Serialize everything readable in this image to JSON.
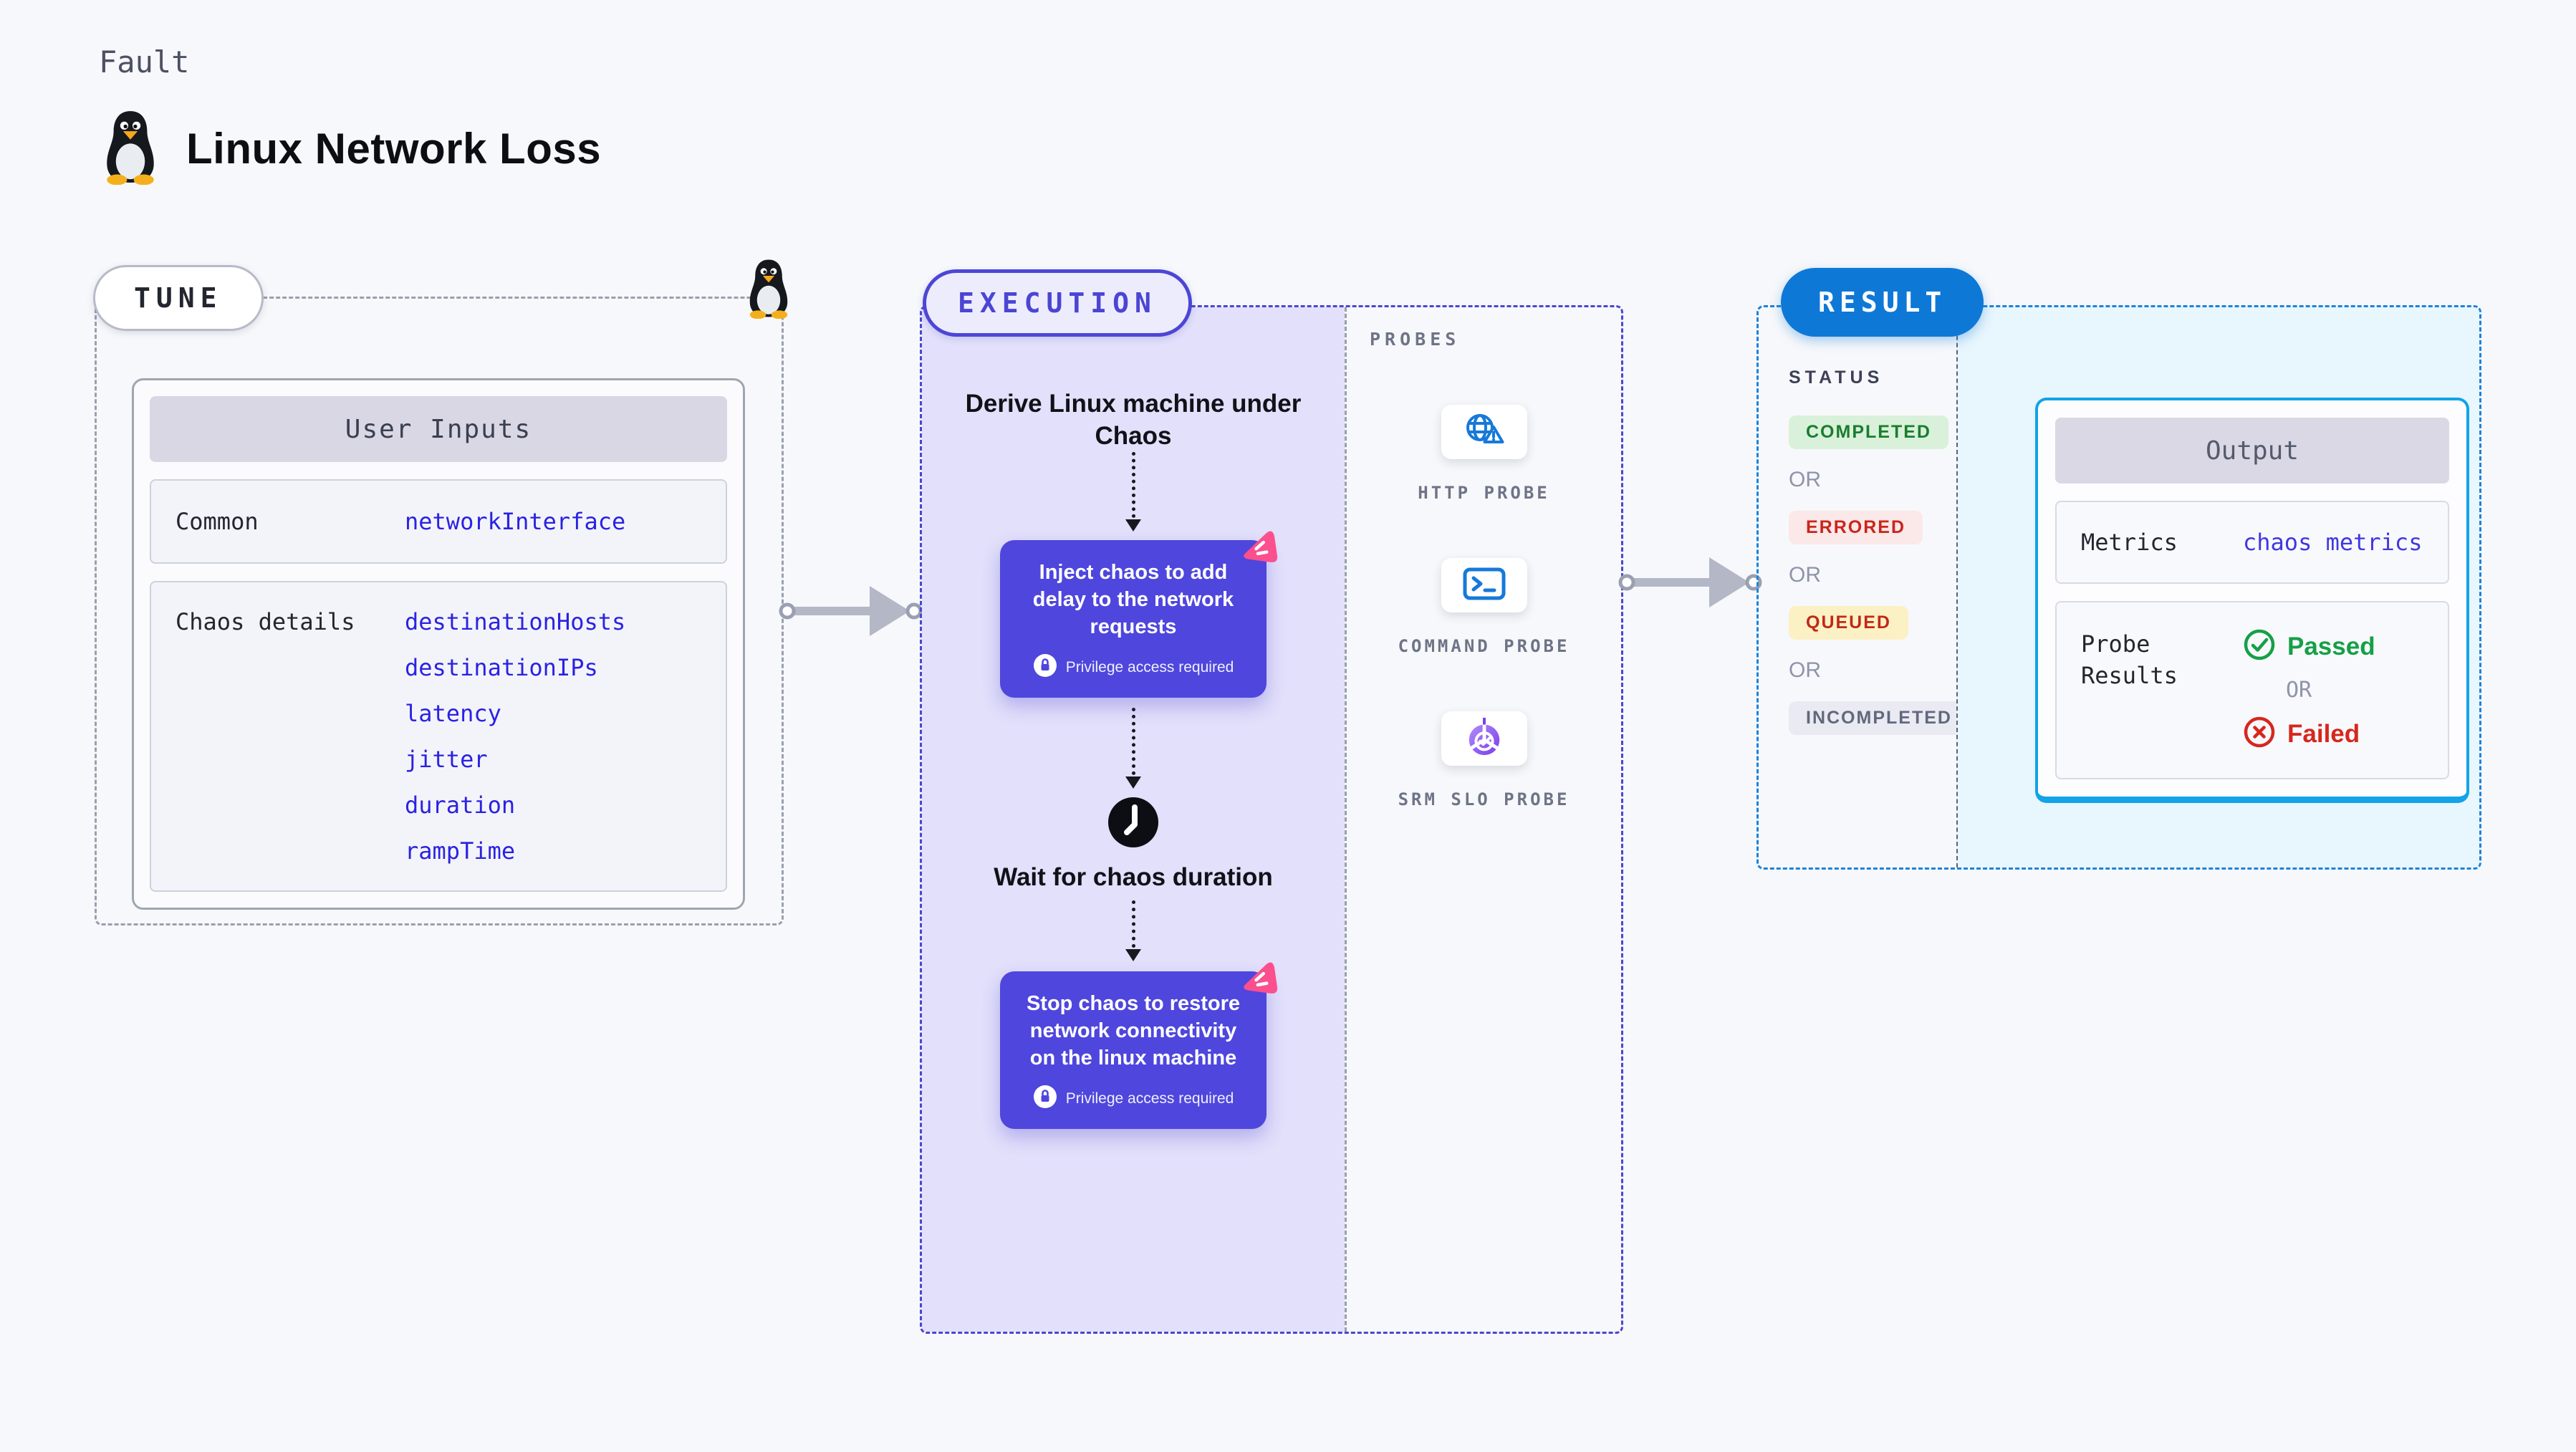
{
  "header": {
    "kicker": "Fault",
    "title": "Linux Network Loss",
    "title_icon": "linux-penguin-icon"
  },
  "tune": {
    "pill_label": "TUNE",
    "corner_icon": "linux-penguin-icon",
    "card_title": "User Inputs",
    "rows": [
      {
        "label": "Common",
        "params": [
          "networkInterface"
        ]
      },
      {
        "label": "Chaos details",
        "params": [
          "destinationHosts",
          "destinationIPs",
          "latency",
          "jitter",
          "duration",
          "rampTime"
        ]
      }
    ]
  },
  "execution": {
    "pill_label": "EXECUTION",
    "derive_text": "Derive Linux machine under Chaos",
    "inject_text": "Inject chaos to add delay to the network requests",
    "wait_text": "Wait for chaos duration",
    "stop_text": "Stop chaos to restore network connectivity on the linux machine",
    "privilege_text": "Privilege access required",
    "icons": [
      "chaos-fault-icon",
      "lock-icon",
      "clock-icon"
    ]
  },
  "probes": {
    "label": "PROBES",
    "items": [
      {
        "name": "HTTP PROBE",
        "icon": "globe-alert-icon"
      },
      {
        "name": "COMMAND PROBE",
        "icon": "terminal-icon"
      },
      {
        "name": "SRM SLO PROBE",
        "icon": "slo-pie-icon"
      }
    ]
  },
  "result": {
    "pill_label": "RESULT",
    "status_label": "STATUS",
    "or_label": "OR",
    "statuses": [
      {
        "label": "COMPLETED",
        "fg": "#1a7d2e",
        "bg": "#d9f1da"
      },
      {
        "label": "ERRORED",
        "fg": "#c9251c",
        "bg": "#fbe8e8"
      },
      {
        "label": "QUEUED",
        "fg": "#bf2a16",
        "bg": "#fcf0c5"
      },
      {
        "label": "INCOMPLETED",
        "fg": "#62687d",
        "bg": "#e9eaf2"
      }
    ],
    "output": {
      "title": "Output",
      "metrics_label": "Metrics",
      "metrics_value": "chaos metrics",
      "probe_results_label": "Probe Results",
      "passed_label": "Passed",
      "failed_label": "Failed",
      "or_label": "OR",
      "passed_icon": "check-circle-icon",
      "failed_icon": "x-circle-icon"
    }
  },
  "colors": {
    "page_bg": "#f7f8fb",
    "exec_fill": "#e2e0fa",
    "result_fill": "#e8f6fd",
    "node_indigo": "#4f46dd",
    "pill_indigo": "#4c46d6",
    "result_blue": "#0e78d7",
    "cyan_border": "#12a3e8",
    "param_blue": "#2b22e2",
    "probe_icon_blue": "#1779d9",
    "chaos_pink": "#fb4f8e",
    "passed_green": "#15a046",
    "failed_red": "#d6271d"
  }
}
